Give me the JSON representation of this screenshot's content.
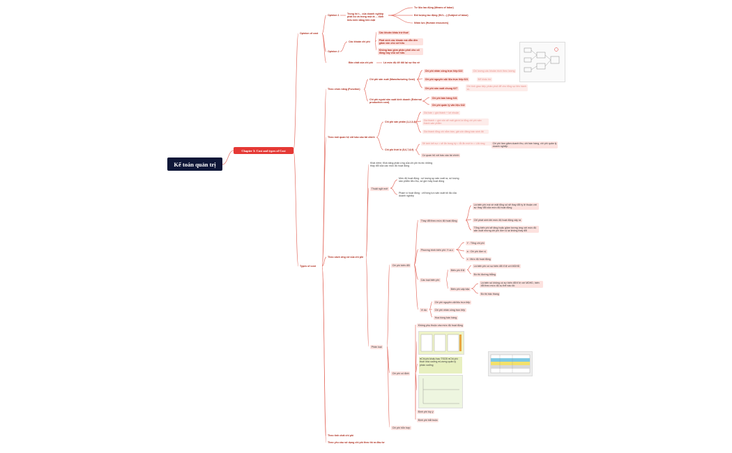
{
  "root": "Kế toán quản trị",
  "chapter": "Chapter 3: Cost and types of Cost",
  "nodes": {
    "n_opinion": "Opinion of cost",
    "n_op1": "Opinion 1",
    "n_op1_desc": "Trong hệ t... của doanh nghiệp phải bù và trong một lá ... định hiếu kiến bằng tiền mặt",
    "n_tlao": "Tư liệu lao động (Means of labor)",
    "n_dtlao": "Đối tượng lao động (NVL...) (Subject of labor)",
    "n_nhanluc": "Nhân lực (Human resources)",
    "n_op2": "Opinion 2",
    "n_cackhoan": "Các khoản chi phí",
    "n_kh1": "Các khoản khấu trừ thuế",
    "n_kh2": "Phát sinh các khoản mà dẫn đến giảm vốn chủ sở hữu",
    "n_kh3": "Không bao gồm phân phối cho cổ đông hay chủ sở hữu",
    "n_banchat": "Bản chất của chi phí",
    "n_banchat_v": "Là mức độ để đổi lại sự thu về",
    "n_theochucnang": "Theo chức năng (Function)",
    "n_sx": "Chi phí sản xuất (Manufacturing Cost)",
    "n_621": "Chi phí nhân công trực tiếp 622",
    "n_621_note": "Chi lương các khoản trích theo lương",
    "n_622": "Chi phí nguyên vật liệu trực tiếp 621",
    "n_622_note": "Để khấu trừ",
    "n_627": "Chi phí sản xuất chung 627",
    "n_627_note": "Chi tính giao tiếp, phân phối để cho tổng sự liên hành vụ",
    "n_ngoaisx": "Chi phí ngoài sản xuất kinh doanh (External production cost)",
    "n_641": "Chi phí bán hàng 641",
    "n_642": "Chi phí quản lý văn liệu 642",
    "n_theomoiqh": "Theo mối quan hệ với báo cáo tài chính",
    "n_cpsp": "Chi phí sản phẩm (1,2,3,4)",
    "n_sp1": "Giá bán = giá thành + lợi nhuận",
    "n_sp2": "Giá thành = giá vốn sẽ mất giá trị là tổng chi phí sản thành sản phẩm",
    "n_sp3": "Giá thành tổng chi nằm bán, giá vốn đảng bán sinh lãi",
    "n_cpthoiky": "Chi phí thời kì (5,6,7,8,9)",
    "n_tk1": "Sẽ ảnh kết sự = sẽ ẩn trong kỳ = lỗi ẩn mới tn = Lãi ròng",
    "n_tk1_note": "Chi phí làm giảm doanh thu, chi bán hàng, chi phí quản lý doanh nghiệp",
    "n_tk2": "Có quan hệ với báo cáo tài chính",
    "n_theocachung": "Theo cách ứng xử của chi phí",
    "n_khainiem": "Khái niệm: Khả năng phản ứng của chi phí trước những thay đổi của các mức độ hoạt động",
    "n_thuatngu": "Thuật ngữ mới",
    "n_mucdo": "Mức độ hoạt động : số lượng sp sản xuất ra, số lượng sản phẩm tiêu thụ, số giờ máy hoạt động",
    "n_phamvi": "Phạm vi hoạt động : chỉ tồng lực sản xuất tối đa của doanh nghiệp",
    "n_phanloai": "Phân loại",
    "n_cpbiendoi": "Chi phí biến đổi",
    "n_thaydoi": "Thay đổi theo mức độ hoạt động",
    "n_td1": "Là biến phí mà về mặt tổng số sẽ thay đổi tỷ lệ thuận với sự thay đổi của mức độ hoạt động",
    "n_td2": "Chỉ phát sinh khi mức độ hoạt động xảy ra",
    "n_td3": "Tổng biến phí sẽ tăng hoặc giảm tương ứng với mức độ sản xuất nhưng chi phí đơn vị lại không thay đổi",
    "n_pttbp": "Phương trình biến phí: Y=a.x",
    "n_y": "Y : Tổng chi phí",
    "n_a": "a : Chi phí đơn vị",
    "n_x": "x : Mức độ hoạt động",
    "n_cacloai": "Các loại biến phí",
    "n_bptl": "Biến phí tỉ lệ",
    "n_bptl1": "Là biến phí có sự biến đổi tỉ lệ với MDHD",
    "n_bptl2": "Đồ thị đường thẳng",
    "n_bpct": "Biến phí cấp bậc",
    "n_bpct1": "Là biến số không có sự biến đổi tỉ lệ với MDHD, biến đổi theo mức độ cụ thể nào đó",
    "n_bpct2": "Đồ thị bậc thang",
    "n_vidu": "Ví dụ",
    "n_vd1": "Chi phí nguyên vật liệu trực tiếp",
    "n_vd2": "Chi phí nhân công trực tiếp",
    "n_vd3": "Hoa hồng bán hàng",
    "n_cpcodinh": "Chi phí cố định",
    "n_kophuthuoc": "Không phụ thuộc vào mức độ hoạt động",
    "n_cd_list": "●Chi phí khấu hao TSCĐ ●Chi phí thuê nhà xưởng ●Lương quản lý phân xưởng",
    "n_dinhphituy": "Định phí tùy ý",
    "n_dinhphibatbuoc": "Định phí bắt buộc",
    "n_cphonhop": "Chi phí hỗn hợp",
    "n_theotinhchat": "Theo tính chất chi phí",
    "n_theoyeucau": "Theo yêu cầu sử dụng chi phí theo thí ra đầu tư",
    "n_types": "Types of cost"
  },
  "colors": {
    "root": "#0f1738",
    "chapter": "#e53935",
    "line": "#e57368",
    "pill": "#fde2df",
    "text_red": "#c0392b"
  }
}
